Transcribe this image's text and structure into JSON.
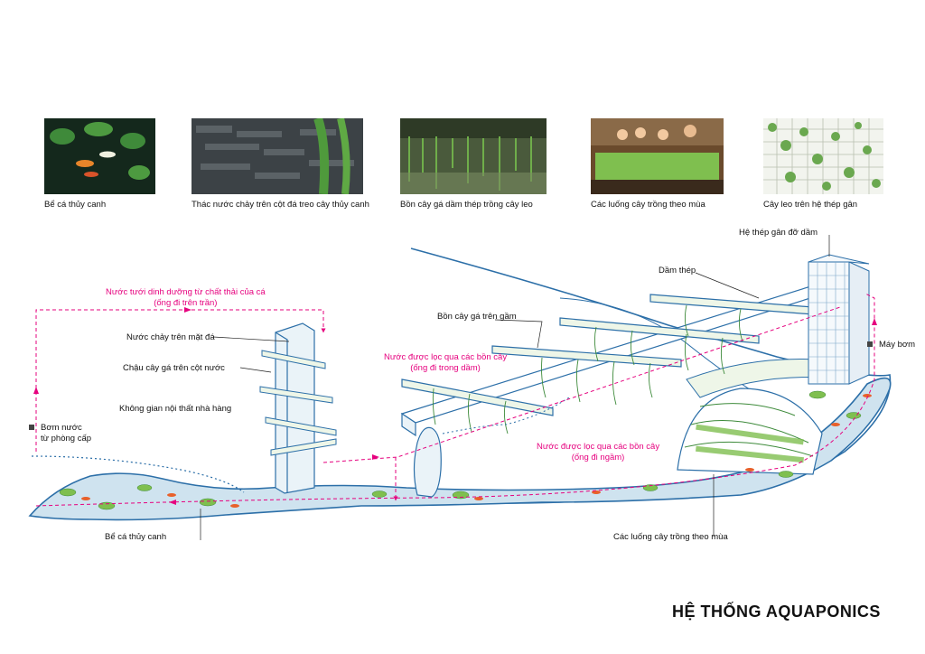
{
  "photos": [
    {
      "caption": "Bể cá thủy canh"
    },
    {
      "caption": "Thác nước chảy trên cột đá treo cây thủy canh"
    },
    {
      "caption": "Bồn cây gá dầm thép trồng cây leo"
    },
    {
      "caption": "Các luống cây trồng theo mùa"
    },
    {
      "caption": "Cây leo trên hệ thép gân"
    }
  ],
  "labels": {
    "steel_mesh": "Hệ thép gân đỡ dầm",
    "steel_beam": "Dầm thép",
    "planter_on_beam": "Bồn cây gá trên gầm",
    "water_over_stone": "Nước chảy trên mặt đá",
    "pots_on_column": "Chậu cây gá trên cột nước",
    "interior_space": "Không gian nội thất nhà hàng",
    "pump_room": "Bơm nước\ntừ phòng cấp",
    "pump": "Máy bơm",
    "fish_tank": "Bể cá thủy canh",
    "seasonal_beds": "Các luống cây trồng theo mùa"
  },
  "flow_labels": {
    "ceiling_pipe": "Nước tưới dinh dưỡng từ chất thải của cá\n(ống đi trên trần)",
    "beam_pipe": "Nước được lọc qua các bồn cây\n(ống đi trong dầm)",
    "ground_pipe": "Nước được lọc qua các bồn cây\n(ống đi ngầm)"
  },
  "title": "HỆ THỐNG AQUAPONICS",
  "colors": {
    "flow": "#e6007e",
    "outline": "#2c6fa8",
    "water": "#cfe3ef",
    "plant": "#3d8a3a"
  }
}
